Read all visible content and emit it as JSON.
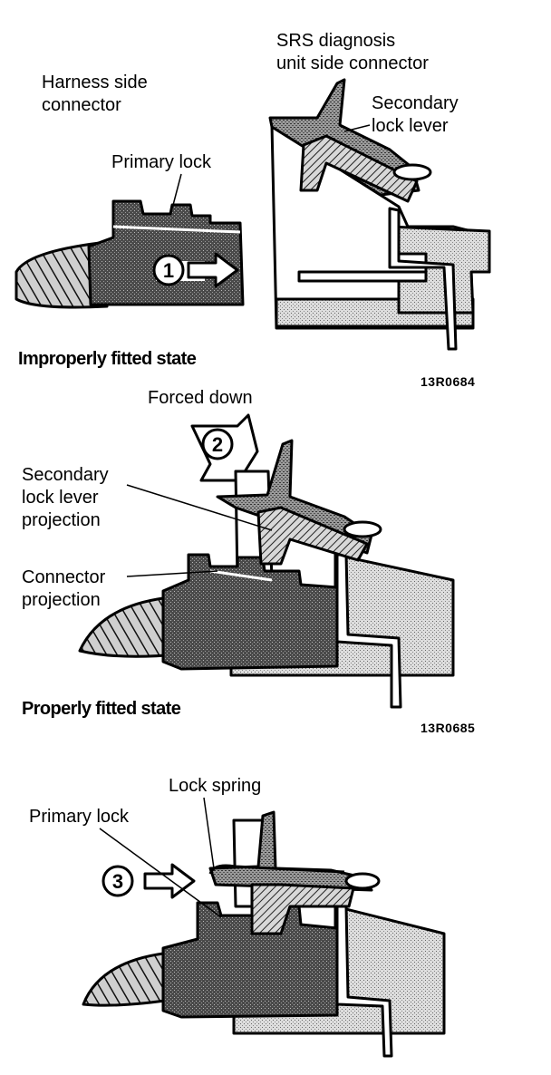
{
  "colors": {
    "ink": "#000000",
    "shade_dark": "#3c3c3c",
    "shade_mid": "#8a8a8a",
    "shade_light": "#c8c8c8",
    "paper": "#ffffff"
  },
  "panel1": {
    "labels": {
      "harness_line1": "Harness side",
      "harness_line2": "connector",
      "srs_line1": "SRS diagnosis",
      "srs_line2": "unit side connector",
      "secondary_line1": "Secondary",
      "secondary_line2": "lock lever",
      "primary_lock": "Primary lock"
    },
    "step_number": "1",
    "state_caption": "Improperly fitted state",
    "figure_code": "13R0684"
  },
  "panel2": {
    "labels": {
      "forced_down": "Forced down",
      "projection_line1": "Secondary",
      "projection_line2": "lock lever",
      "projection_line3": "projection",
      "connector_line1": "Connector",
      "connector_line2": "projection"
    },
    "step_number": "2",
    "state_caption": "Properly fitted state",
    "figure_code": "13R0685"
  },
  "panel3": {
    "labels": {
      "lock_spring": "Lock spring",
      "primary_lock": "Primary lock"
    },
    "step_number": "3"
  }
}
